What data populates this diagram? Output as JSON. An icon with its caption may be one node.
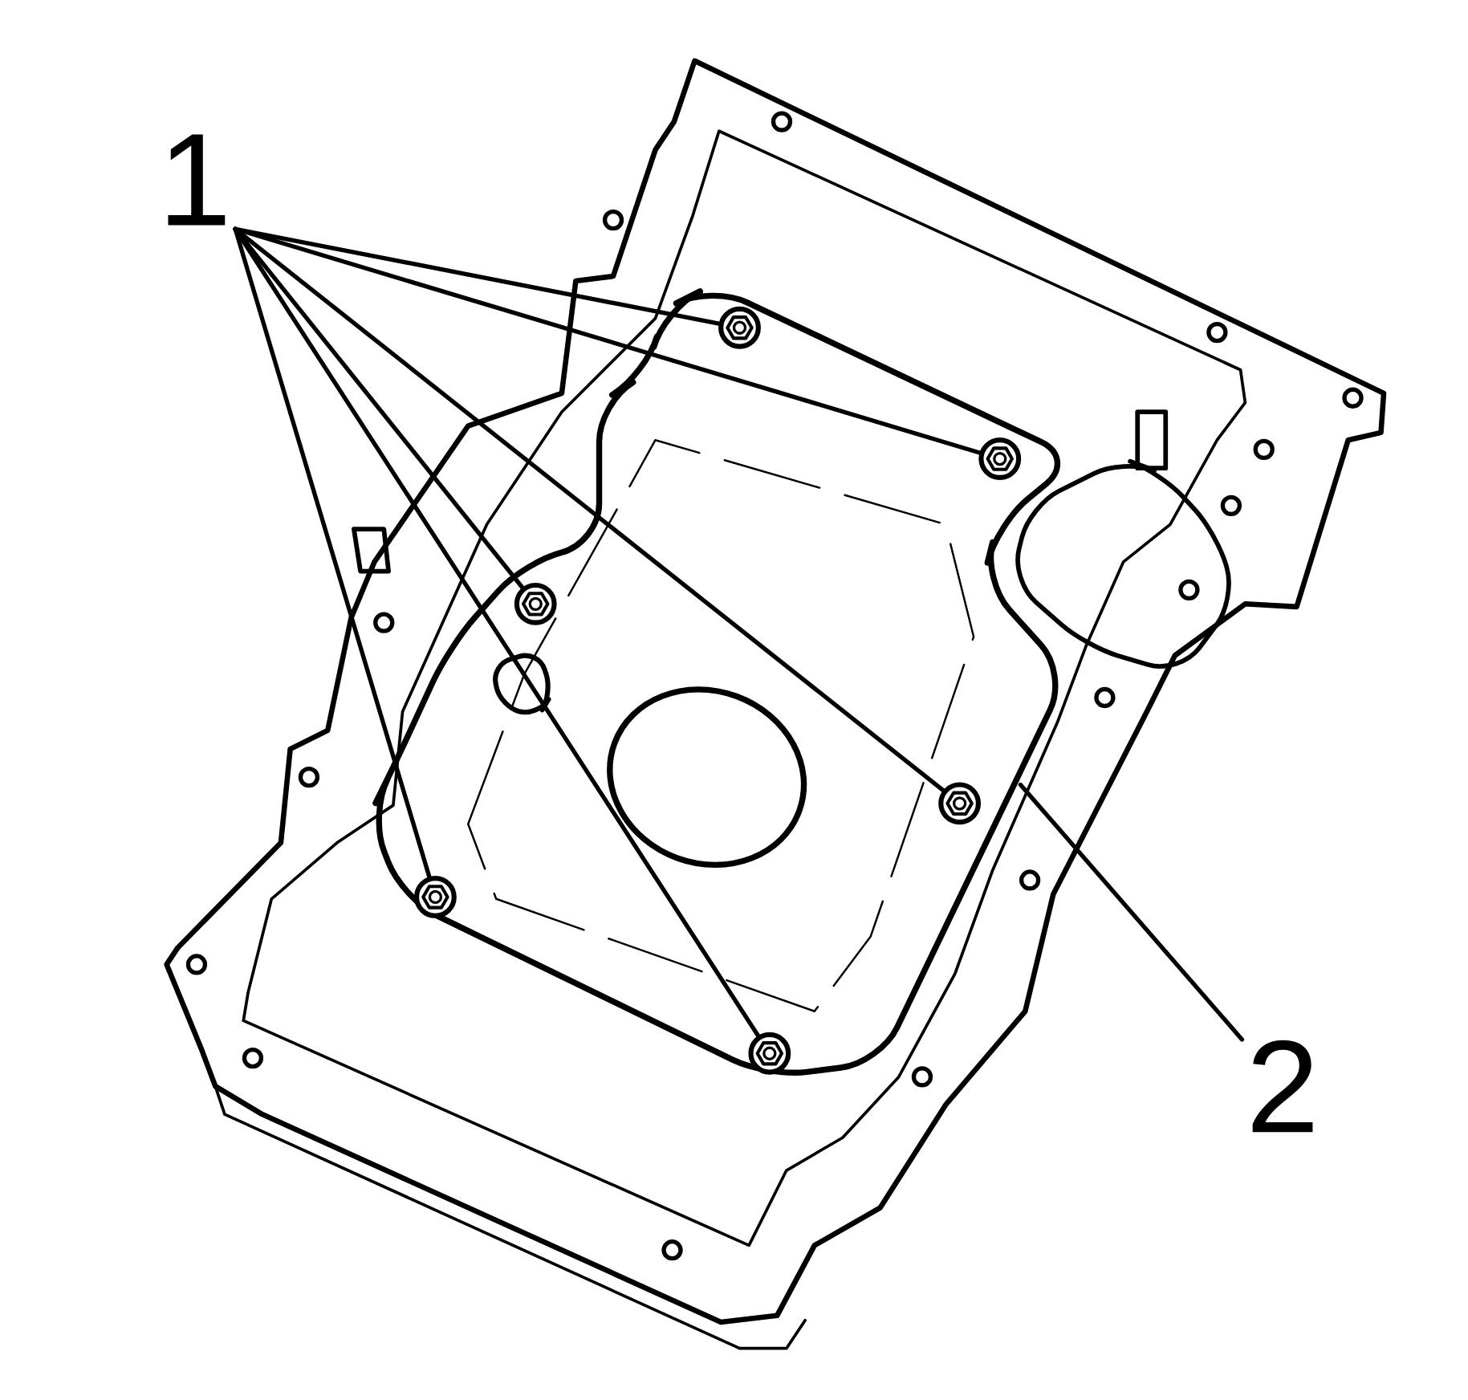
{
  "diagram": {
    "nodes": [
      {
        "text": [
          "1"
        ]
      },
      {
        "text": [],
        "shape": "picture"
      },
      {
        "text": [],
        "shape": "picture"
      },
      {
        "text": [],
        "shape": "picture"
      },
      {
        "text": [],
        "shape": "picture"
      },
      {
        "text": [],
        "shape": "picture"
      },
      {
        "text": [],
        "shape": "picture"
      },
      {
        "text": [
          "2"
        ]
      }
    ],
    "edges": [
      {
        "from": 0,
        "to": 1,
        "arrow": "none"
      },
      {
        "from": 0,
        "to": 2,
        "arrow": "none"
      },
      {
        "from": 0,
        "to": 3,
        "arrow": "none"
      },
      {
        "from": 0,
        "to": 4,
        "arrow": "none"
      },
      {
        "from": 0,
        "to": 5,
        "arrow": "none"
      },
      {
        "from": 0,
        "to": 6,
        "arrow": "none"
      },
      {
        "from": 7,
        "to": null,
        "arrow": "none"
      }
    ]
  }
}
